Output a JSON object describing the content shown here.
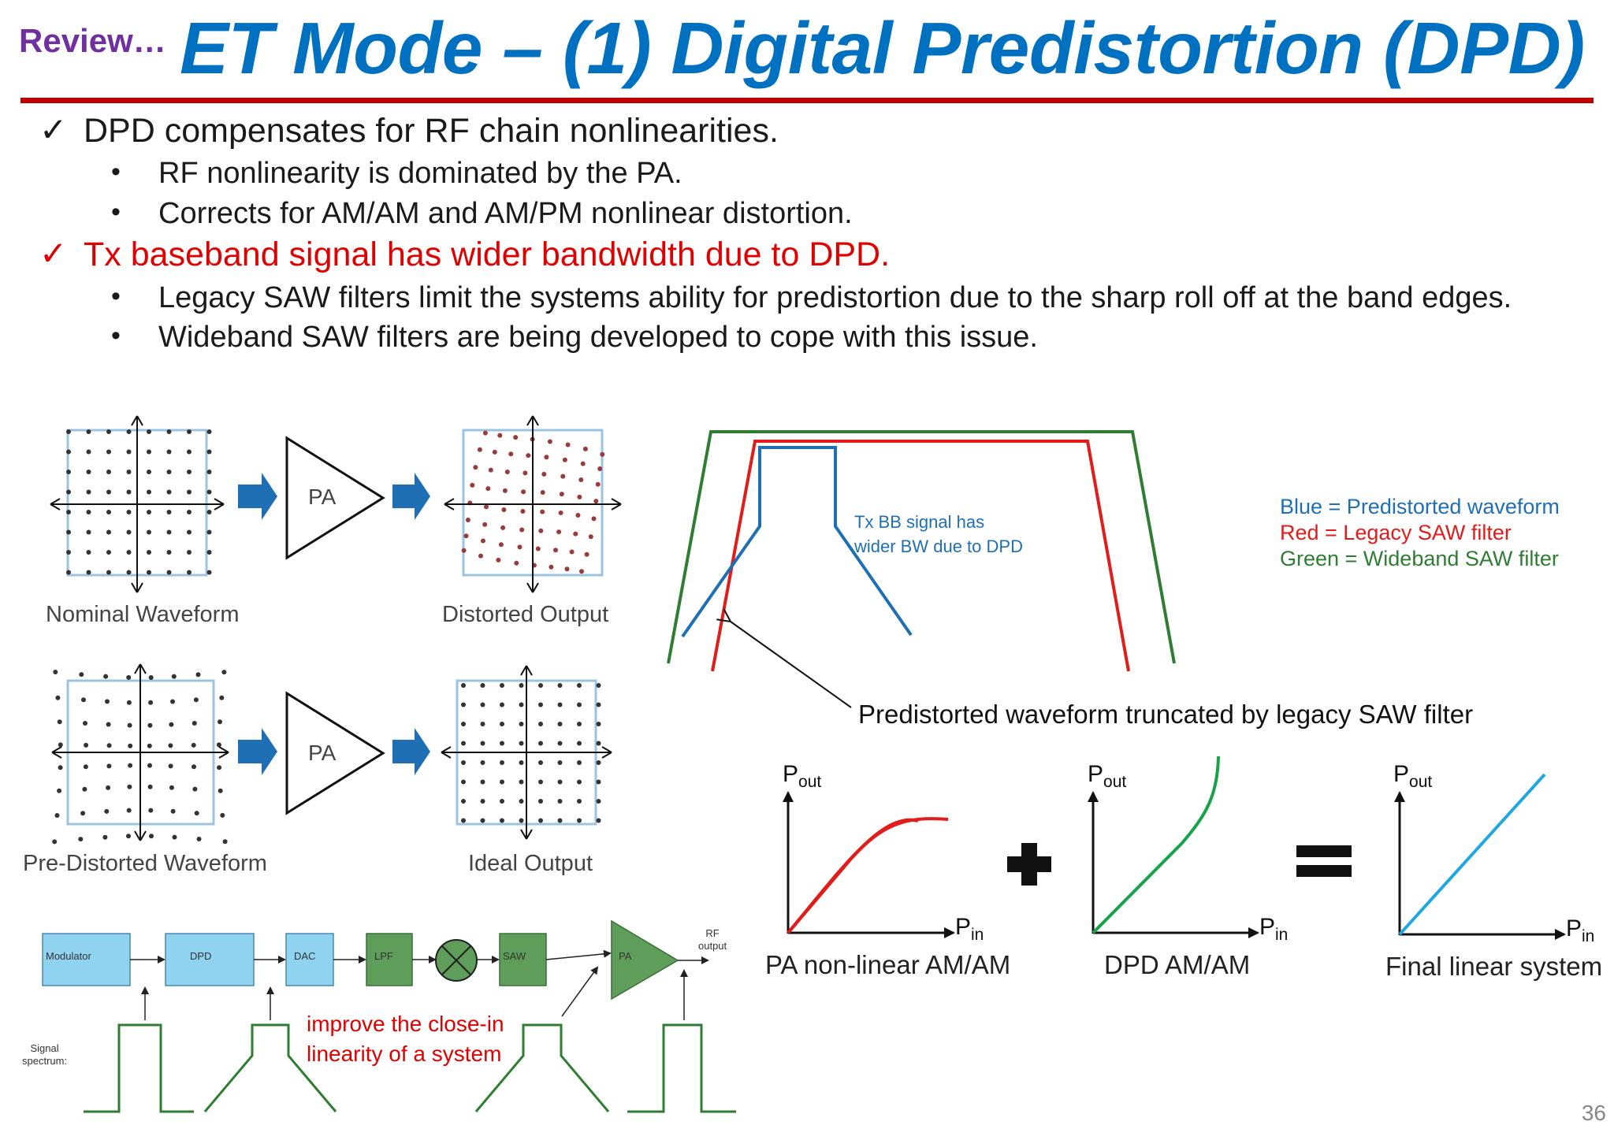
{
  "slide": {
    "review_label": "Review…",
    "title": "ET Mode – (1) Digital Predistortion (DPD)",
    "page_number": "36",
    "bullets": [
      {
        "text": "DPD compensates for RF chain nonlinearities.",
        "mark": "✓",
        "sub": [
          "RF nonlinearity is dominated by the PA.",
          "Corrects for AM/AM and AM/PM nonlinear distortion."
        ]
      },
      {
        "text": "Tx baseband signal has wider bandwidth due to DPD.",
        "mark": "✓",
        "sub": [
          "Legacy SAW filters limit the systems ability for predistortion due to the sharp roll off at the band edges.",
          "Wideband SAW filters are being developed to cope with this issue."
        ]
      }
    ],
    "sub_bullet_mark": "•"
  },
  "constellations": {
    "pa_label": "PA",
    "nominal": "Nominal Waveform",
    "distorted": "Distorted Output",
    "predistorted": "Pre-Distorted Waveform",
    "ideal": "Ideal Output"
  },
  "saw_diagram": {
    "tx_note_line1": "Tx BB signal has",
    "tx_note_line2": "wider BW due to DPD",
    "legend_blue": "Blue = Predistorted waveform",
    "legend_red": "Red = Legacy SAW filter",
    "legend_green": "Green = Wideband SAW filter",
    "truncation_note": "Predistorted waveform truncated by legacy SAW filter",
    "colors": {
      "blue": "#1f6fb5",
      "red": "#e21b1b",
      "green": "#2e7d32"
    }
  },
  "amam_plots": {
    "pout": "P",
    "pout_sub": "out",
    "pin": "P",
    "pin_sub": "in",
    "plus": "+",
    "equals": "=",
    "plot1_caption": "PA non-linear AM/AM",
    "plot2_caption": "DPD AM/AM",
    "plot3_caption": "Final linear system"
  },
  "block_chain": {
    "blocks": [
      "Modulator",
      "DPD",
      "DAC",
      "LPF",
      "SAW",
      "PA"
    ],
    "rf_output_1": "RF",
    "rf_output_2": "output",
    "signal_label_1": "Signal",
    "signal_label_2": "spectrum:",
    "annotation_line1": "improve the close-in",
    "annotation_line2": "linearity of a system"
  }
}
